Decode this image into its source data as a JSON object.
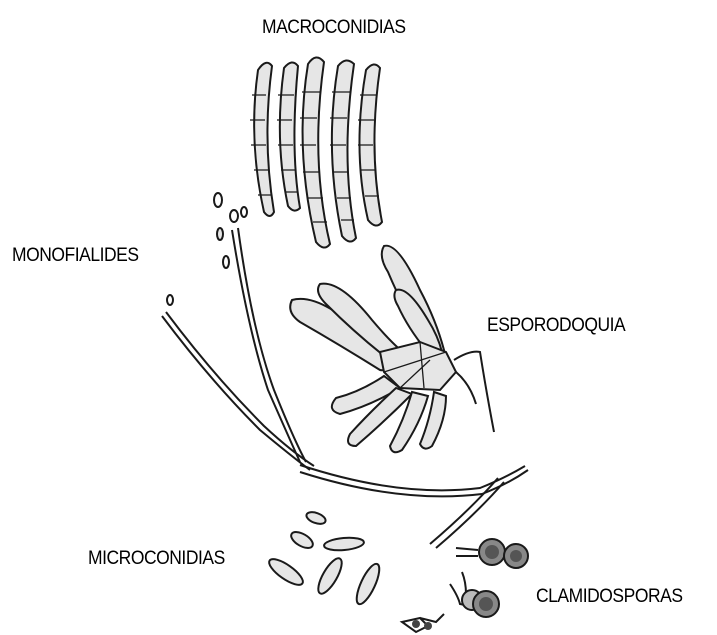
{
  "labels": {
    "macroconidias": "MACROCONIDIAS",
    "monofialides": "MONOFIALIDES",
    "esporodoquia": "ESPORODOQUIA",
    "microconidias": "MICROCONIDIAS",
    "clamidosporas": "CLAMIDOSPORAS"
  }
}
